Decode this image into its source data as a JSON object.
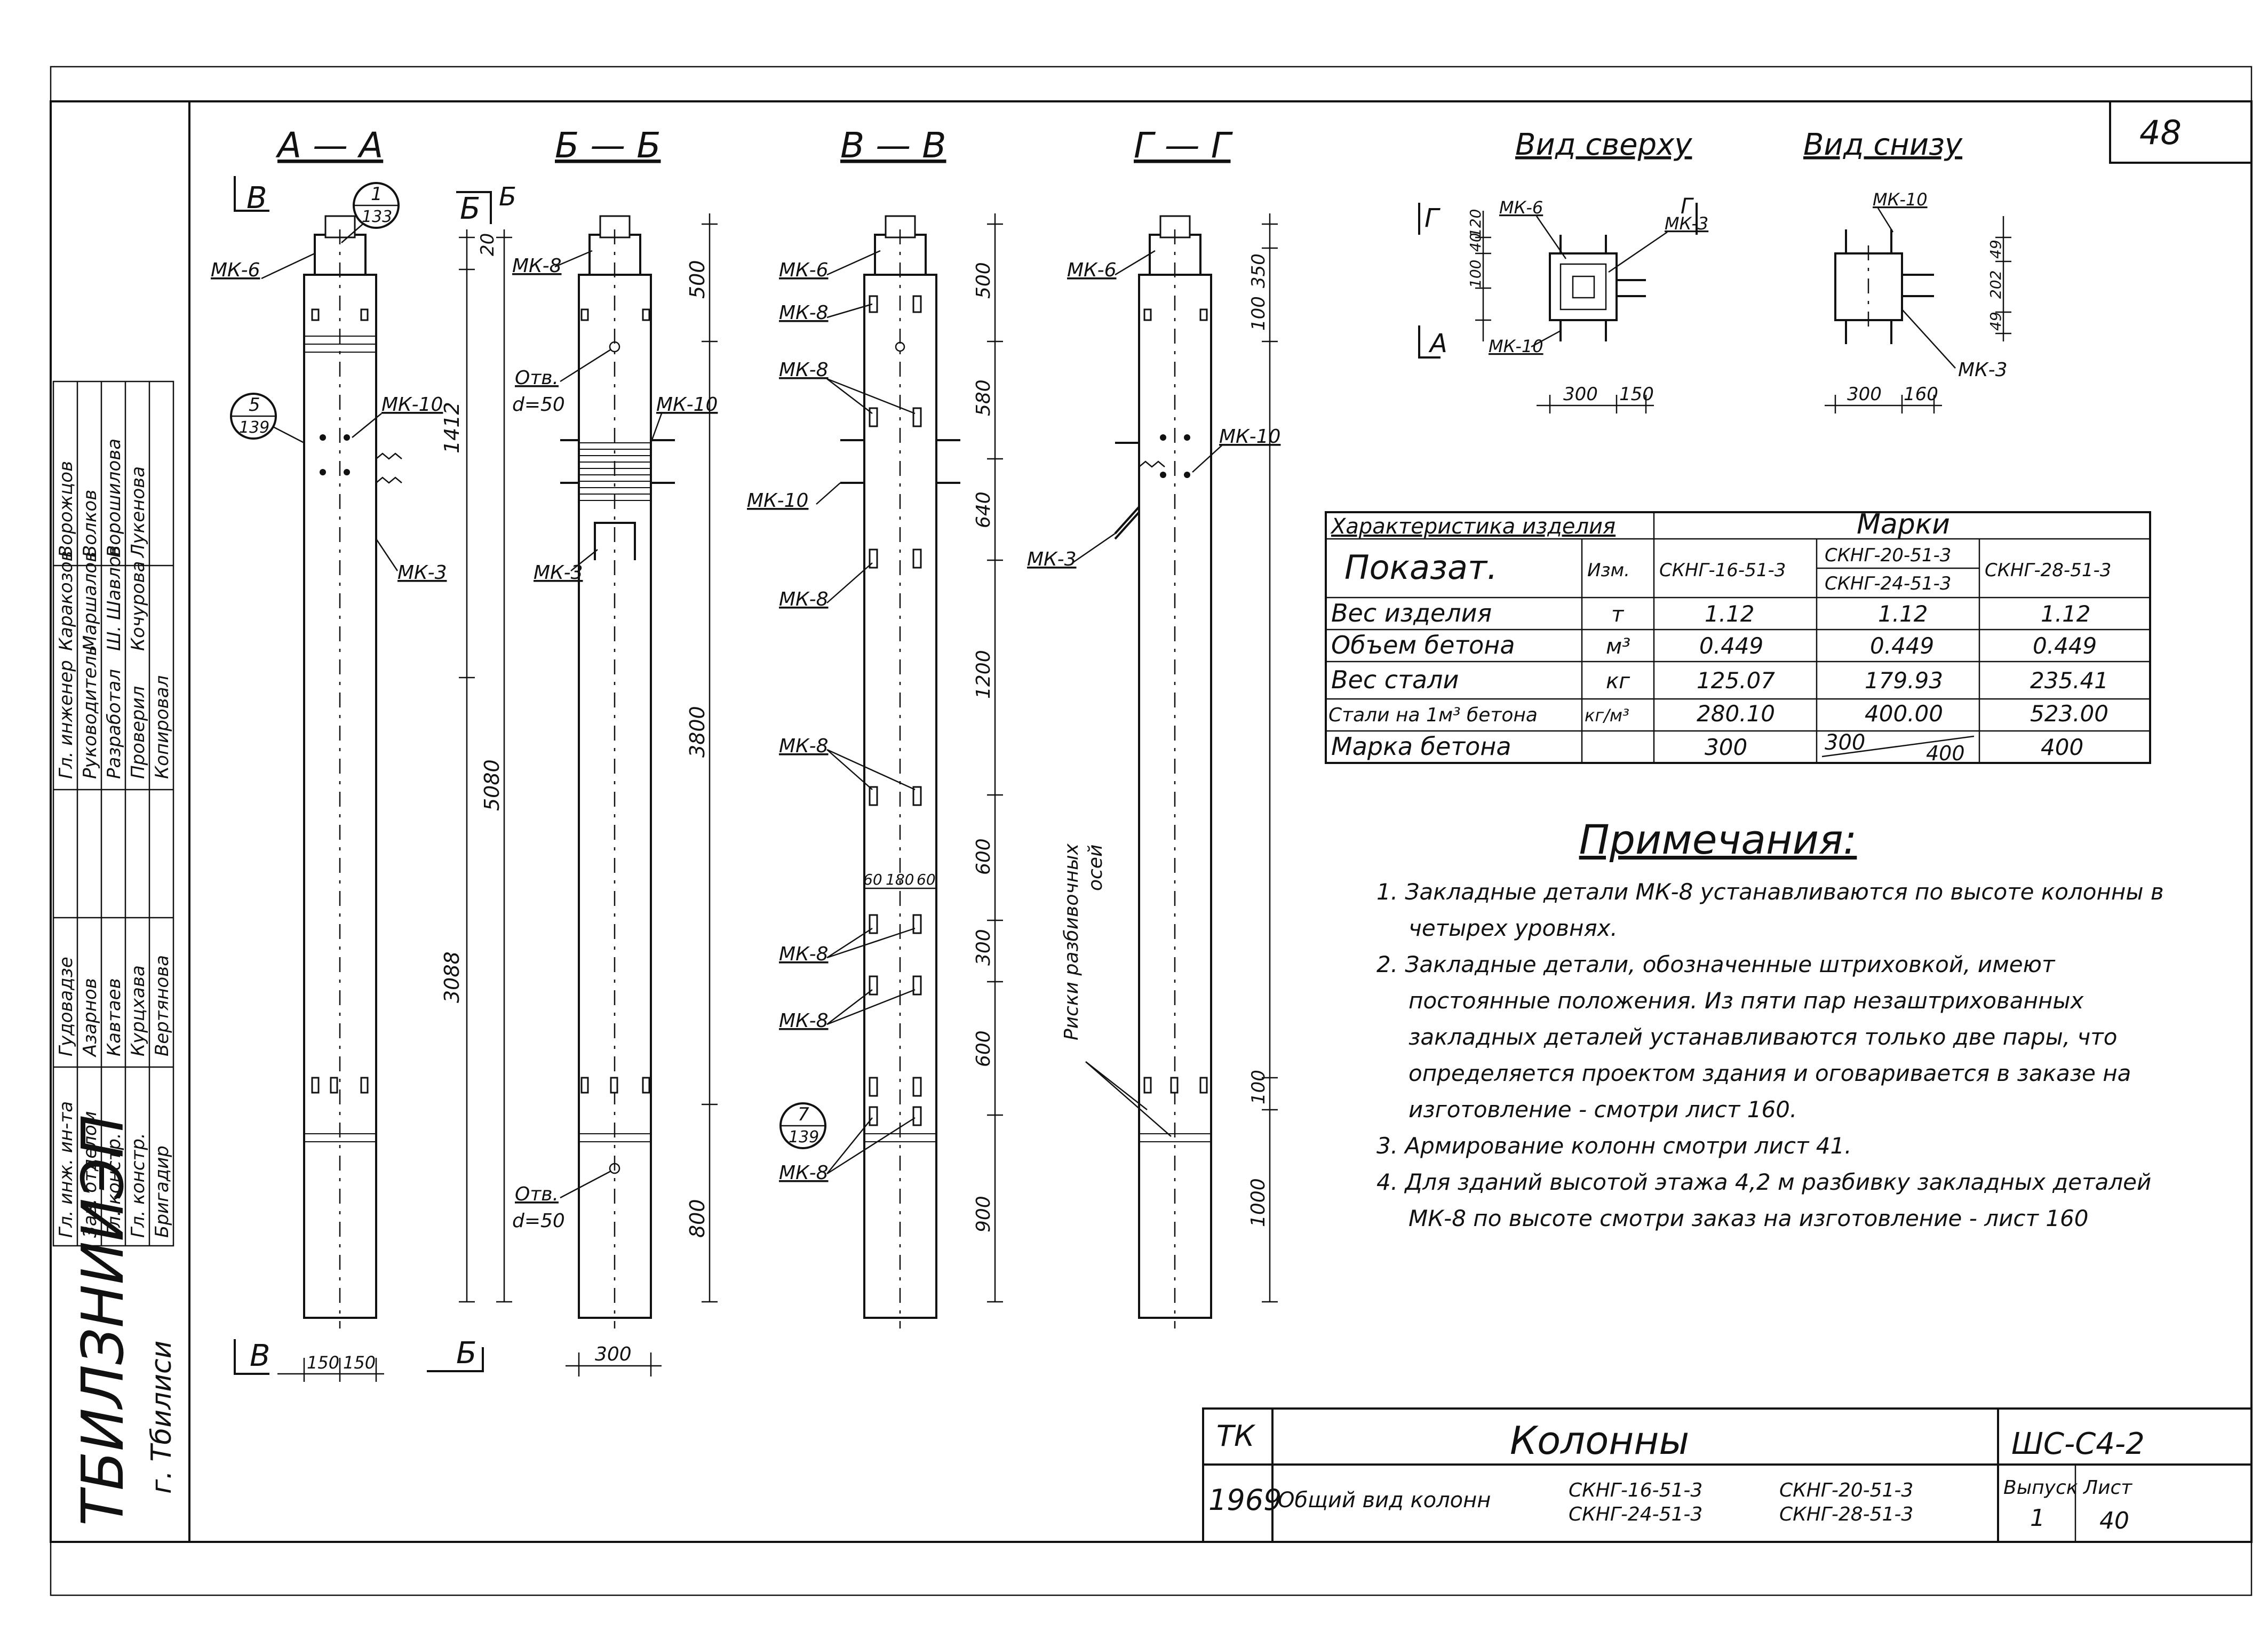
{
  "sheet_number": "48",
  "sections": {
    "aa": "А — А",
    "bb": "Б — Б",
    "vv": "В — В",
    "gg": "Г — Г",
    "top_view": "Вид сверху",
    "bottom_view": "Вид снизу"
  },
  "markers": {
    "v": "В",
    "b": "Б",
    "g": "Г",
    "a": "А"
  },
  "callouts": {
    "c1_top": "1",
    "c1_bot": "133",
    "c5_top": "5",
    "c5_bot": "139",
    "c7_top": "7",
    "c7_bot": "139"
  },
  "labels": {
    "mk6": "МК-6",
    "mk8": "МК-8",
    "mk10": "МК-10",
    "mk3": "МК-3",
    "hole": "Отв.",
    "d50": "d=50",
    "risks": "Риски разбивочных",
    "axes": "осей"
  },
  "dims": {
    "d20": "20",
    "d1412": "1412",
    "d5080": "5080",
    "d3088": "3088",
    "d3800": "3800",
    "d800": "800",
    "d500": "500",
    "v500": "500",
    "v580": "580",
    "v640": "640",
    "v1200": "1200",
    "v600a": "600",
    "v300": "300",
    "v600b": "600",
    "v900": "900",
    "v60a": "60",
    "v180": "180",
    "v60b": "60",
    "g100": "100",
    "g350": "350",
    "g100b": "100",
    "g1000": "1000",
    "w150a": "150",
    "w150b": "150",
    "w300": "300",
    "t300": "300",
    "t150": "150",
    "t120": "120",
    "t100": "100",
    "t40": "40",
    "u300": "300",
    "u160": "160",
    "u49a": "49",
    "u49b": "49",
    "u202": "202"
  },
  "table": {
    "hdr_char": "Характеристика изделия",
    "hdr_marks": "Марки",
    "hdr_param": "Показат.",
    "hdr_unit": "Изм.",
    "col1": "СКНГ-16-51-3",
    "col2a": "СКНГ-20-51-3",
    "col2b": "СКНГ-24-51-3",
    "col3": "СКНГ-28-51-3",
    "rows": [
      {
        "name": "Вес изделия",
        "unit": "т",
        "v1": "1.12",
        "v2": "1.12",
        "v3": "1.12"
      },
      {
        "name": "Объем бетона",
        "unit": "м³",
        "v1": "0.449",
        "v2": "0.449",
        "v3": "0.449"
      },
      {
        "name": "Вес стали",
        "unit": "кг",
        "v1": "125.07",
        "v2": "179.93",
        "v3": "235.41"
      },
      {
        "name": "Стали на 1м³ бетона",
        "unit": "кг/м³",
        "v1": "280.10",
        "v2": "400.00",
        "v3": "523.00"
      },
      {
        "name": "Марка бетона",
        "unit": "",
        "v1": "300",
        "v2": "300",
        "v2b": "400",
        "v3": "400"
      }
    ]
  },
  "notes": {
    "title": "Примечания:",
    "items": [
      "1. Закладные детали МК-8 устанавливаются по высоте колонны в четырех уровнях.",
      "2. Закладные детали, обозначенные штриховкой, имеют постоянные положения. Из пяти пар незаштрихованных закладных деталей устанавливаются только две пары, что определяется проектом здания и оговаривается в заказе на изготовление - смотри лист 160.",
      "3. Армирование колонн смотри лист 41.",
      "4. Для зданий высотой этажа 4,2 м разбивку закладных деталей МК-8 по высоте смотри заказ на изготовление - лист 160"
    ]
  },
  "stamp_side": {
    "rows": [
      [
        "Гл. инж. ин-та",
        "Гудовадзе",
        "Гл. инженер",
        "Каракозов",
        "Ворожцов"
      ],
      [
        "Зав. отделом",
        "Азарнов",
        "Руководитель",
        "Маршалов",
        "Волков"
      ],
      [
        "Гл. констр.",
        "Кавтаев",
        "Разработал",
        "Ш. Шавлов",
        "Ворошилова"
      ],
      [
        "Гл. констр.",
        "Курцхава",
        "Проверил",
        "Кочурова",
        "Лукенова"
      ],
      [
        "Бригадир",
        "Вертянова",
        "Копировал",
        "",
        ""
      ]
    ]
  },
  "org": {
    "name": "ТБИЛЗНИИЭП",
    "city": "г. Тбилиси"
  },
  "title_block": {
    "tk": "ТК",
    "year": "1969",
    "title": "Колонны",
    "subtitle": "Общий вид колонн",
    "marks_a": "СКНГ-16-51-3",
    "marks_b": "СКНГ-24-51-3",
    "marks_c": "СКНГ-20-51-3",
    "marks_d": "СКНГ-28-51-3",
    "series": "ШС-С4-2",
    "issue_label": "Выпуск",
    "issue": "1",
    "sheet_label": "Лист",
    "sheet": "40"
  }
}
